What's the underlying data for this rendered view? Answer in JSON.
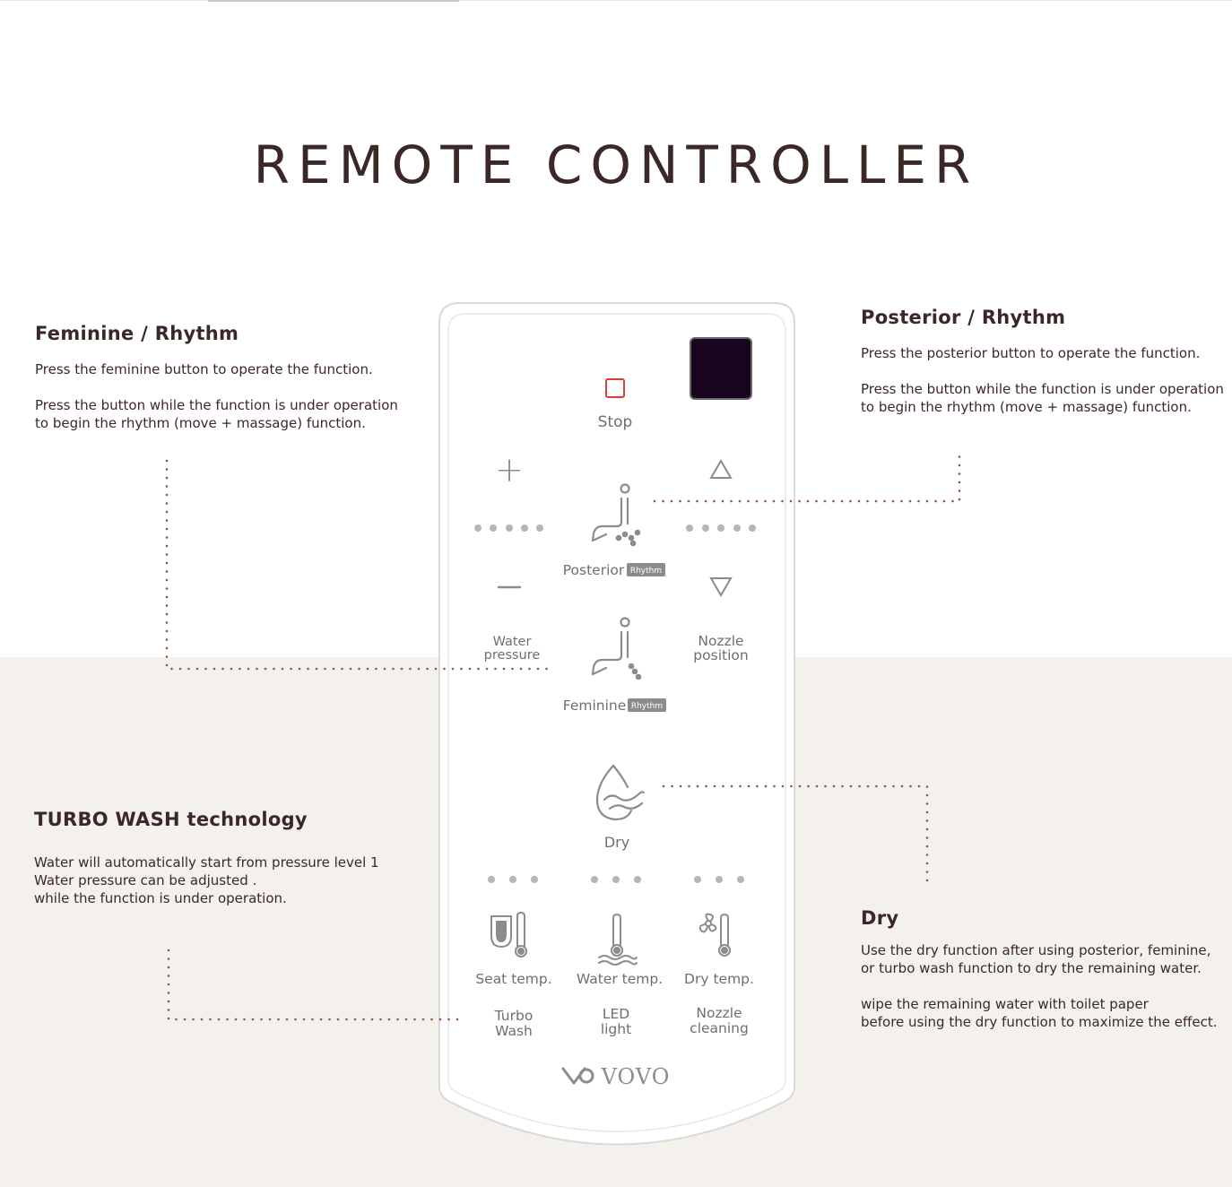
{
  "page": {
    "title": "REMOTE CONTROLLER"
  },
  "callouts": {
    "feminine": {
      "heading": "Feminine / Rhythm",
      "lines": [
        "Press the feminine button to operate the function.",
        "Press the button while the function is under operation\nto begin the rhythm (move + massage) function."
      ]
    },
    "posterior": {
      "heading": "Posterior / Rhythm",
      "lines": [
        "Press the posterior button to operate the function.",
        "Press the button while the function is under operation\nto begin the rhythm (move + massage) function."
      ]
    },
    "turbo": {
      "heading": "TURBO WASH technology",
      "lines": [
        "Water will automatically start from pressure level 1\nWater pressure can be adjusted .\nwhile the function is under operation."
      ]
    },
    "dry": {
      "heading": "Dry",
      "lines": [
        "Use the dry function after using posterior, feminine,\nor turbo wash function to dry the remaining water.",
        "wipe the remaining water with toilet paper\nbefore using the dry function to  maximize the effect."
      ]
    }
  },
  "remote": {
    "stop_label": "Stop",
    "posterior_label": "Posterior",
    "feminine_label": "Feminine",
    "rhythm_badge": "Rhythm",
    "water_pressure_label": [
      "Water",
      "pressure"
    ],
    "nozzle_position_label": [
      "Nozzle",
      "position"
    ],
    "dry_label": "Dry",
    "seat_temp_label": "Seat temp.",
    "water_temp_label": "Water temp.",
    "dry_temp_label": "Dry temp.",
    "turbo_wash_label": [
      "Turbo",
      "Wash"
    ],
    "led_light_label": [
      "LED",
      "light"
    ],
    "nozzle_cleaning_label": [
      "Nozzle",
      "cleaning"
    ],
    "brand": "VOVO",
    "plus_symbol": "+",
    "minus_symbol": "−"
  },
  "colors": {
    "text": "#3b2826",
    "leader": "#8a5a44",
    "remote_grey": "#8c8c8c",
    "stop_red": "#e03a3a",
    "display": "#1a0520",
    "band": "#f4f1ec"
  }
}
